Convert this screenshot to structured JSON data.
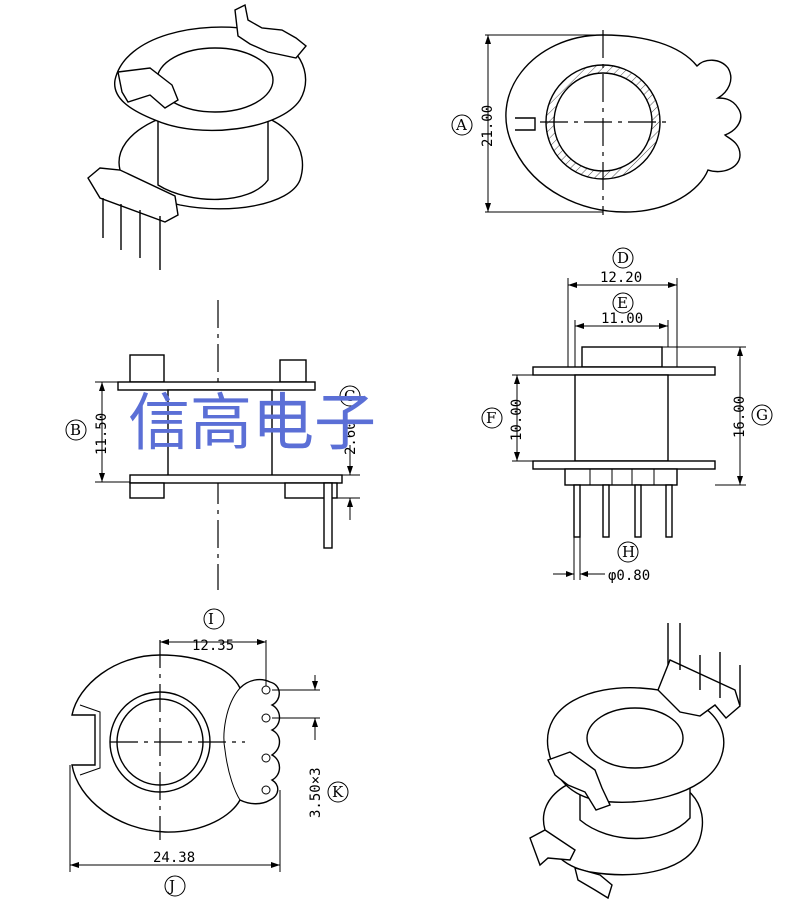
{
  "watermark": "信高电子",
  "views": {
    "top_right": {
      "label_a": "A",
      "dim_a": "21.00"
    },
    "side_left": {
      "label_b": "B",
      "dim_b": "11.50",
      "label_c": "C",
      "dim_c": "2.60"
    },
    "front_right": {
      "label_d": "D",
      "dim_d": "12.20",
      "label_e": "E",
      "dim_e": "11.00",
      "label_f": "F",
      "dim_f": "10.00",
      "label_g": "G",
      "dim_g": "16.00",
      "label_h": "H",
      "dim_h": "φ0.80"
    },
    "bottom_left": {
      "label_i": "I",
      "dim_i": "12.35",
      "label_j": "J",
      "dim_j": "24.38",
      "label_k": "K",
      "dim_k": "3.50×3"
    }
  }
}
